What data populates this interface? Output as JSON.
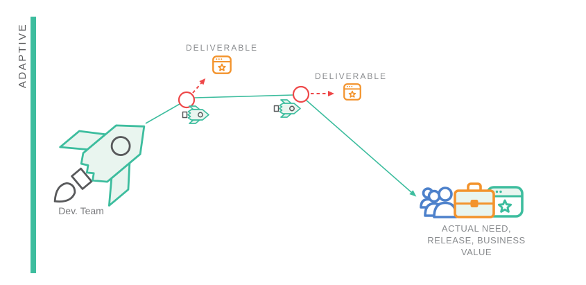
{
  "sidebar": {
    "label": "ADAPTIVE"
  },
  "dev_team": {
    "label": "Dev. Team"
  },
  "deliverables": [
    {
      "label": "DELIVERABLE"
    },
    {
      "label": "DELIVERABLE"
    }
  ],
  "outcome": {
    "line1": "ACTUAL NEED,",
    "line2": "RELEASE, BUSINESS",
    "line3": "VALUE"
  },
  "colors": {
    "teal": "#3dbd9e",
    "mint": "#e9f5ef",
    "orange": "#f3932c",
    "red": "#ee4748",
    "blue": "#4d81cb",
    "ink": "#58595b",
    "graytext": "#7b7c7f",
    "label": "#8a8c8f"
  },
  "icons": {
    "dev_team_rocket": "large rocket pointing up-right, mint fill / teal outline, gray window and exhaust flame",
    "small_rocket": "small rocket pointing right along path",
    "waypoint": "red outlined circle on path",
    "deliverable_browser_star": "orange browser window with star",
    "users": "blue group of three people",
    "briefcase": "orange briefcase with mint fill",
    "release_browser_star": "teal browser window with star",
    "dashed_arrow": "red dashed arrow to deliverable",
    "path_arrow": "teal arrow to actual need group"
  }
}
